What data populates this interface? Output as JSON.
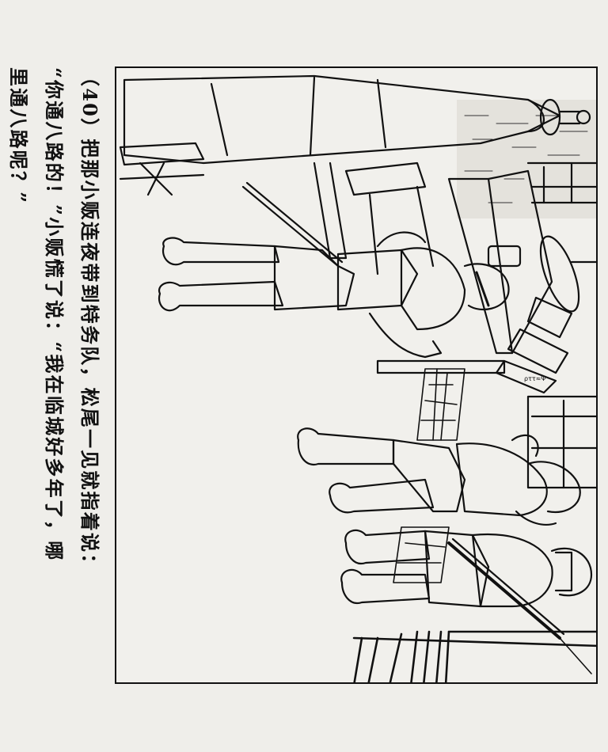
{
  "page": {
    "panel_number": "（40）",
    "caption": {
      "lines": [
        "（40）把那小贩连夜带到特务队，松尾一见就指着说：",
        "“你通八路的！”小贩慌了说：“我在临城好多年了，哪",
        "里通八路呢？”"
      ],
      "orientation": "rotated-90-clockwise"
    },
    "illustration": {
      "description": "Line-art comic panel (rotated): a Japanese officer seated at a table with sword, a coat on a coat rack, a frightened peddler being held by a soldier with a bayoneted rifle, window and stone wall in background",
      "elements": [
        "coat-rack-with-coat",
        "chairs",
        "officer-seated-at-table",
        "sword",
        "table-with-cup-and-papers",
        "lamp",
        "window",
        "stone-wall",
        "peddler",
        "soldier-with-rifle",
        "bayonet"
      ]
    },
    "colors": {
      "paper": "#efeeea",
      "ink": "#111111"
    }
  }
}
